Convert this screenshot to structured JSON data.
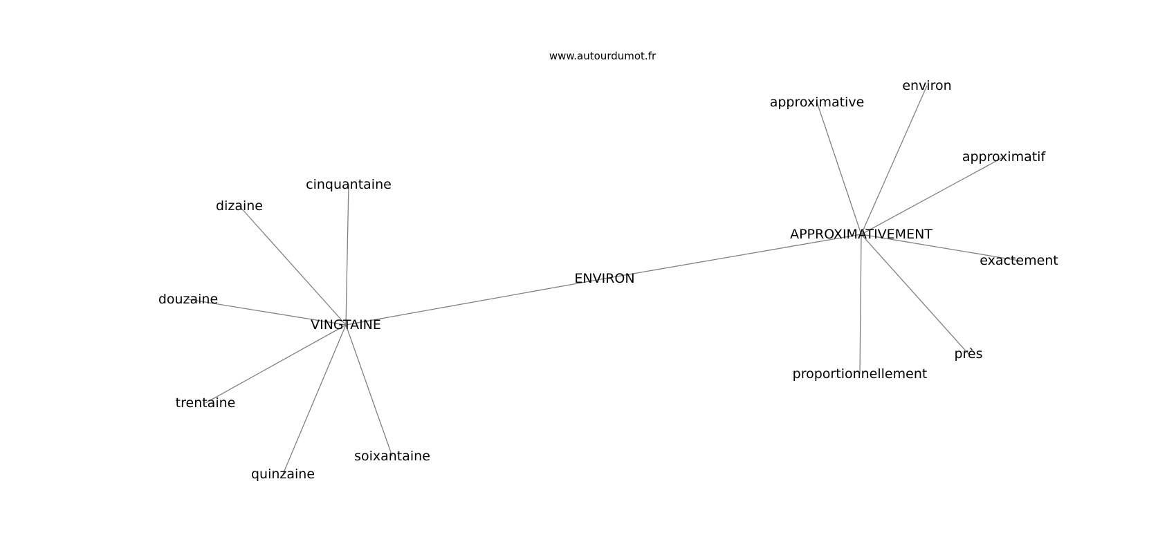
{
  "source_text": "www.autourdumot.fr",
  "colors": {
    "edge": "#808080",
    "text": "#000000",
    "background": "#ffffff"
  },
  "nodes": [
    {
      "id": "vingtaine",
      "label": "VINGTAINE"
    },
    {
      "id": "environ-hub",
      "label": "ENVIRON"
    },
    {
      "id": "approximativement",
      "label": "APPROXIMATIVEMENT"
    },
    {
      "id": "cinquantaine",
      "label": "cinquantaine"
    },
    {
      "id": "dizaine",
      "label": "dizaine"
    },
    {
      "id": "douzaine",
      "label": "douzaine"
    },
    {
      "id": "trentaine",
      "label": "trentaine"
    },
    {
      "id": "quinzaine",
      "label": "quinzaine"
    },
    {
      "id": "soixantaine",
      "label": "soixantaine"
    },
    {
      "id": "approximative",
      "label": "approximative"
    },
    {
      "id": "environ",
      "label": "environ"
    },
    {
      "id": "approximatif",
      "label": "approximatif"
    },
    {
      "id": "exactement",
      "label": "exactement"
    },
    {
      "id": "pres",
      "label": "près"
    },
    {
      "id": "proportionnellement",
      "label": "proportionnellement"
    }
  ],
  "edges": [
    [
      "vingtaine",
      "environ-hub"
    ],
    [
      "environ-hub",
      "approximativement"
    ],
    [
      "vingtaine",
      "cinquantaine"
    ],
    [
      "vingtaine",
      "dizaine"
    ],
    [
      "vingtaine",
      "douzaine"
    ],
    [
      "vingtaine",
      "trentaine"
    ],
    [
      "vingtaine",
      "quinzaine"
    ],
    [
      "vingtaine",
      "soixantaine"
    ],
    [
      "approximativement",
      "approximative"
    ],
    [
      "approximativement",
      "environ"
    ],
    [
      "approximativement",
      "approximatif"
    ],
    [
      "approximativement",
      "exactement"
    ],
    [
      "approximativement",
      "pres"
    ],
    [
      "approximativement",
      "proportionnellement"
    ]
  ]
}
